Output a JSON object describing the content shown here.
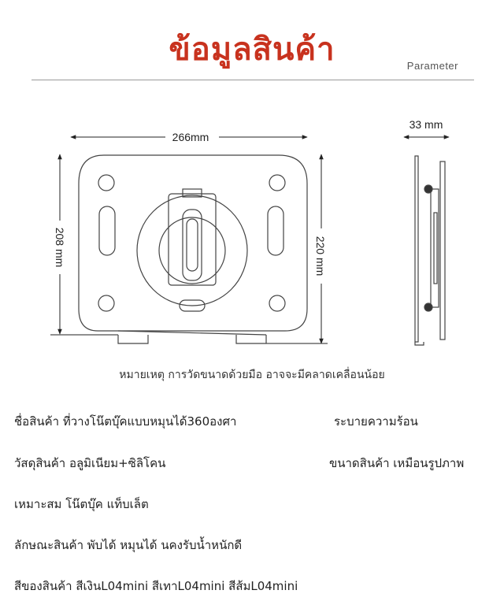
{
  "header": {
    "title": "ข้อมูลสินค้า",
    "subtitle": "Parameter"
  },
  "dimensions": {
    "width": "266mm",
    "depth": "33 mm",
    "left_height": "208 mm",
    "right_height": "220 mm"
  },
  "note": "หมายเหตุ การวัดขนาดด้วยมือ  อาจจะมีคลาดเคลื่อนน้อย",
  "specs": {
    "row1_left": "ชื่อสินค้า  ที่วางโน๊ตบุ๊คแบบหมุนได้360องศา",
    "row1_right": "ระบายความร้อน",
    "row2_left": "วัสดุสินค้า อลูมิเนียม+ซิลิโคน",
    "row2_right": "ขนาดสินค้า เหมือนรูปภาพ",
    "row3": "เหมาะสม โน๊ตบุ๊ค  แท็บเล็ต",
    "row4": "ลักษณะสินค้า  พับได้ หมุนได้  นคงรับน้ำหนักดี",
    "row5": "สีของสินค้า สีเงินL04mini สีเทาL04mini สีส้มL04mini"
  },
  "colors": {
    "title": "#c8321e",
    "line": "#333333"
  }
}
